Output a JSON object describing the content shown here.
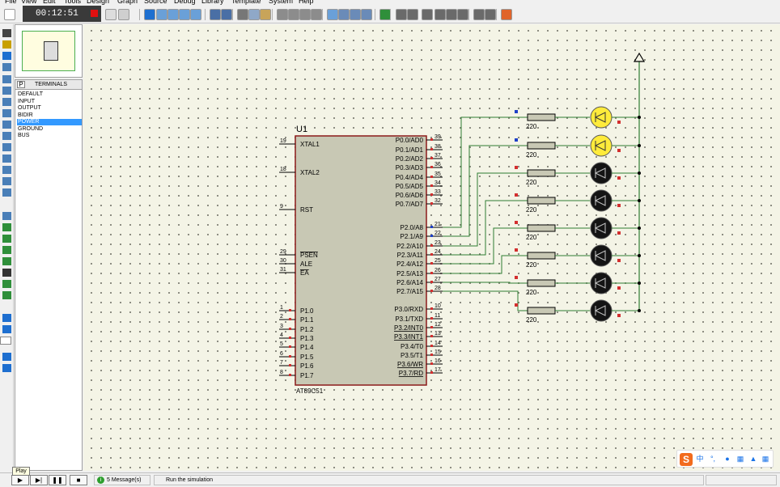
{
  "menu": [
    "File",
    "View",
    "Edit",
    "Tools",
    "Design",
    "Graph",
    "Source",
    "Debug",
    "Library",
    "Template",
    "System",
    "Help"
  ],
  "recorder": {
    "time": "00:12:51"
  },
  "terminals": {
    "tab_p": "P",
    "title": "TERMINALS",
    "items": [
      "DEFAULT",
      "INPUT",
      "OUTPUT",
      "BIDIR",
      "POWER",
      "GROUND",
      "BUS"
    ],
    "selected": "POWER"
  },
  "chip": {
    "ref": "U1",
    "part": "AT89C51",
    "left_pins": [
      {
        "num": "19",
        "label": "XTAL1"
      },
      {
        "num": "18",
        "label": "XTAL2"
      },
      {
        "num": "9",
        "label": "RST"
      },
      {
        "num": "29",
        "label": "PSEN"
      },
      {
        "num": "30",
        "label": "ALE"
      },
      {
        "num": "31",
        "label": "EA"
      },
      {
        "num": "1",
        "label": "P1.0"
      },
      {
        "num": "2",
        "label": "P1.1"
      },
      {
        "num": "3",
        "label": "P1.2"
      },
      {
        "num": "4",
        "label": "P1.3"
      },
      {
        "num": "5",
        "label": "P1.4"
      },
      {
        "num": "6",
        "label": "P1.5"
      },
      {
        "num": "7",
        "label": "P1.6"
      },
      {
        "num": "8",
        "label": "P1.7"
      }
    ],
    "right_pins": [
      {
        "num": "39",
        "label": "P0.0/AD0"
      },
      {
        "num": "38",
        "label": "P0.1/AD1"
      },
      {
        "num": "37",
        "label": "P0.2/AD2"
      },
      {
        "num": "36",
        "label": "P0.3/AD3"
      },
      {
        "num": "35",
        "label": "P0.4/AD4"
      },
      {
        "num": "34",
        "label": "P0.5/AD5"
      },
      {
        "num": "33",
        "label": "P0.6/AD6"
      },
      {
        "num": "32",
        "label": "P0.7/AD7"
      },
      {
        "num": "21",
        "label": "P2.0/A8"
      },
      {
        "num": "22",
        "label": "P2.1/A9"
      },
      {
        "num": "23",
        "label": "P2.2/A10"
      },
      {
        "num": "24",
        "label": "P2.3/A11"
      },
      {
        "num": "25",
        "label": "P2.4/A12"
      },
      {
        "num": "26",
        "label": "P2.5/A13"
      },
      {
        "num": "27",
        "label": "P2.6/A14"
      },
      {
        "num": "28",
        "label": "P2.7/A15"
      },
      {
        "num": "10",
        "label": "P3.0/RXD"
      },
      {
        "num": "11",
        "label": "P3.1/TXD"
      },
      {
        "num": "12",
        "label": "P3.2/INT0"
      },
      {
        "num": "13",
        "label": "P3.3/INT1"
      },
      {
        "num": "14",
        "label": "P3.4/T0"
      },
      {
        "num": "15",
        "label": "P3.5/T1"
      },
      {
        "num": "16",
        "label": "P3.6/WR"
      },
      {
        "num": "17",
        "label": "P3.7/RD"
      }
    ]
  },
  "resistor_label": "220",
  "leds": [
    "on",
    "on",
    "off",
    "off",
    "off",
    "off",
    "off",
    "off"
  ],
  "colors": {
    "wire": "#2e7d32",
    "led_on": "#ffeb3b",
    "led_off": "#141414",
    "chip_fill": "#c8c8b4",
    "chip_border": "#8b1a1a",
    "pin_high": "#d32f2f",
    "pin_low": "#1e40c8",
    "canvas_bg": "#f4f4e6"
  },
  "ime": {
    "logo": "S",
    "lang": "中",
    "punct": "°,"
  },
  "status": {
    "tooltip": "Play",
    "messages": "5 Message(s)",
    "text": "Run the simulation"
  },
  "sim_buttons": [
    "play",
    "step",
    "pause",
    "stop"
  ]
}
